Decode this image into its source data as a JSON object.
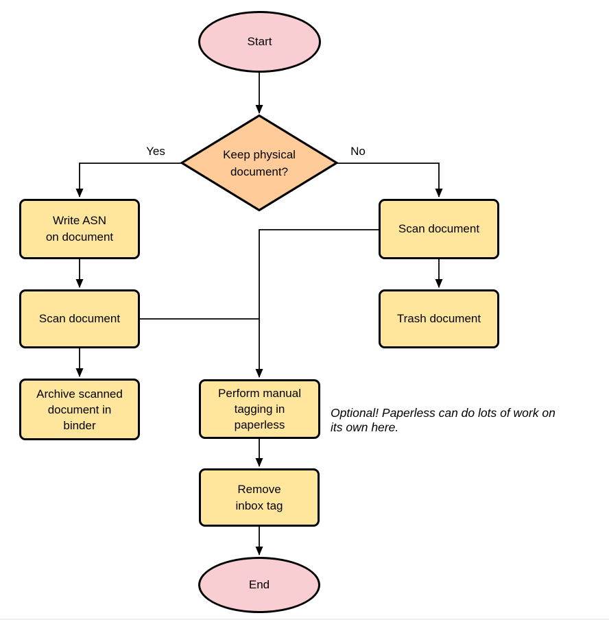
{
  "diagram_type": "flowchart",
  "colors": {
    "background": "#FFFFFF",
    "terminator_fill": "#F8CED3",
    "process_fill": "#FFE69C",
    "decision_fill": "#FFCC99",
    "stroke_color": "#000000",
    "footer_line": "#F0F0E6"
  },
  "nodes": {
    "start": {
      "type": "terminator",
      "label": "Start"
    },
    "decision": {
      "type": "decision",
      "line1": "Keep physical",
      "line2": "document?"
    },
    "write_asn": {
      "type": "process",
      "line1": "Write ASN",
      "line2": "on document"
    },
    "scan_left": {
      "type": "process",
      "label": "Scan document"
    },
    "archive": {
      "type": "process",
      "line1": "Archive scanned",
      "line2": "document in",
      "line3": "binder"
    },
    "scan_right": {
      "type": "process",
      "label": "Scan document"
    },
    "trash": {
      "type": "process",
      "label": "Trash document"
    },
    "tagging": {
      "type": "process",
      "line1": "Perform manual",
      "line2": "tagging in",
      "line3": "paperless"
    },
    "remove_inbox": {
      "type": "process",
      "line1": "Remove",
      "line2": "inbox tag"
    },
    "end": {
      "type": "terminator",
      "label": "End"
    }
  },
  "edge_labels": {
    "yes": "Yes",
    "no": "No"
  },
  "edges": [
    {
      "from": "start",
      "to": "decision"
    },
    {
      "from": "decision",
      "to": "write_asn",
      "label": "Yes"
    },
    {
      "from": "decision",
      "to": "scan_right",
      "label": "No"
    },
    {
      "from": "write_asn",
      "to": "scan_left"
    },
    {
      "from": "scan_left",
      "to": "archive"
    },
    {
      "from": "scan_left",
      "to": "tagging"
    },
    {
      "from": "scan_right",
      "to": "trash"
    },
    {
      "from": "scan_right",
      "to": "tagging"
    },
    {
      "from": "tagging",
      "to": "remove_inbox"
    },
    {
      "from": "remove_inbox",
      "to": "end"
    }
  ],
  "annotation": {
    "line1": "Optional! Paperless can do lots of work on",
    "line2": "its own here."
  }
}
